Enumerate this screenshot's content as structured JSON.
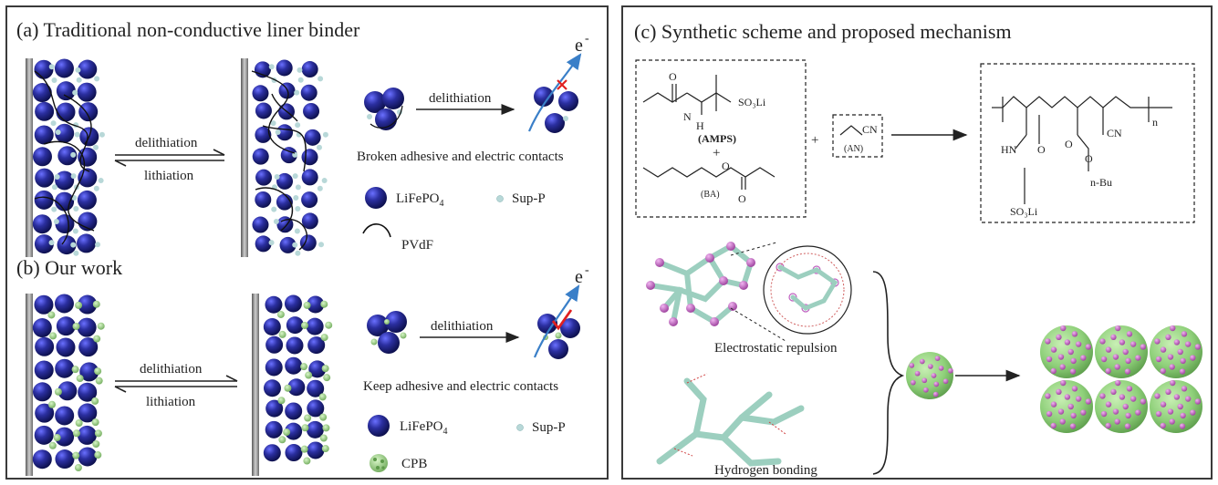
{
  "panel_a": {
    "title": "(a) Traditional non-conductive liner binder",
    "forward": "delithiation",
    "reverse": "lithiation",
    "small_arrow": "delithiation",
    "electron": "e",
    "electron_sup": "-",
    "caption": "Broken adhesive and electric contacts",
    "legend": {
      "lfp": "LiFePO",
      "lfp_sub": "4",
      "supp": "Sup-P",
      "pvdf": "PVdF"
    }
  },
  "panel_b": {
    "title": "(b) Our work",
    "forward": "delithiation",
    "reverse": "lithiation",
    "small_arrow": "delithiation",
    "electron": "e",
    "electron_sup": "-",
    "caption": "Keep adhesive and electric contacts",
    "legend": {
      "lfp": "LiFePO",
      "lfp_sub": "4",
      "supp": "Sup-P",
      "cpb": "CPB"
    }
  },
  "panel_c": {
    "title": "(c) Synthetic scheme and proposed mechanism",
    "monomers": {
      "o_top": "O",
      "n_label": "N",
      "h_label": "H",
      "so3li": "SO₃Li",
      "ampps": "(AMPS)",
      "plus": "+",
      "ba": "(BA)",
      "o_ba_ring": "O",
      "o_ba_bottom": "O"
    },
    "an_plus": "+",
    "an": {
      "cn": "CN",
      "label": "(AN)"
    },
    "polymer": {
      "hn": "HN",
      "o1": "O",
      "o2": "O",
      "o3": "O",
      "cn": "CN",
      "n": "n",
      "nbu": "n-Bu",
      "so3li": "SO₃Li"
    },
    "electrostatic": "Electrostatic repulsion",
    "hydrogen": "Hydrogen bonding"
  },
  "colors": {
    "lfp": "#2b2fa0",
    "lfp_dark": "#101350",
    "supp": "#b8d8d8",
    "cpb": "#8fd07a",
    "magenta": "#c060c0",
    "red": "#e02020",
    "blue_arrow": "#3a7fc8",
    "chain": "#9ccfbf"
  }
}
